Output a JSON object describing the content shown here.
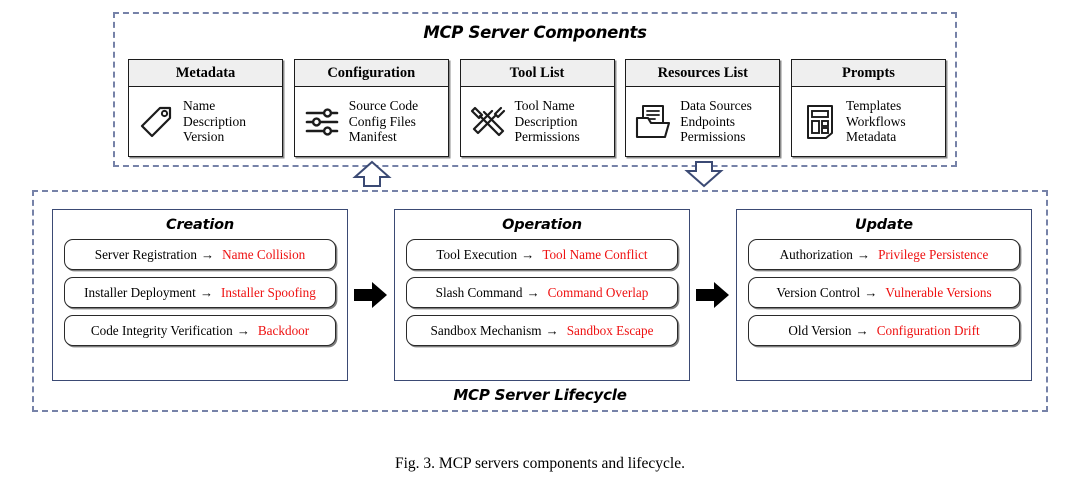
{
  "components": {
    "title": "MCP Server Components",
    "cards": [
      {
        "header": "Metadata",
        "icon": "tag-icon",
        "items": [
          "Name",
          "Description",
          "Version"
        ]
      },
      {
        "header": "Configuration",
        "icon": "sliders-icon",
        "items": [
          "Source Code",
          "Config Files",
          "Manifest"
        ]
      },
      {
        "header": "Tool List",
        "icon": "tools-icon",
        "items": [
          "Tool Name",
          "Description",
          "Permissions"
        ]
      },
      {
        "header": "Resources List",
        "icon": "folder-document-icon",
        "items": [
          "Data Sources",
          "Endpoints",
          "Permissions"
        ]
      },
      {
        "header": "Prompts",
        "icon": "template-layout-icon",
        "items": [
          "Templates",
          "Workflows",
          "Metadata"
        ]
      }
    ]
  },
  "connectors": {
    "up_arrow": "arrow-up-icon",
    "down_arrow": "arrow-down-icon",
    "stage_arrow": "arrow-right-icon"
  },
  "lifecycle": {
    "label": "MCP Server Lifecycle",
    "stages": [
      {
        "title": "Creation",
        "items": [
          {
            "process": "Server Registration",
            "risk": "Name Collision"
          },
          {
            "process": "Installer Deployment",
            "risk": "Installer Spoofing"
          },
          {
            "process": "Code Integrity Verification",
            "risk": "Backdoor"
          }
        ]
      },
      {
        "title": "Operation",
        "items": [
          {
            "process": "Tool Execution",
            "risk": "Tool Name Conflict"
          },
          {
            "process": "Slash Command",
            "risk": "Command Overlap"
          },
          {
            "process": "Sandbox Mechanism",
            "risk": "Sandbox Escape"
          }
        ]
      },
      {
        "title": "Update",
        "items": [
          {
            "process": "Authorization",
            "risk": "Privilege Persistence"
          },
          {
            "process": "Version Control",
            "risk": "Vulnerable Versions"
          },
          {
            "process": "Old Version",
            "risk": "Configuration Drift"
          }
        ]
      }
    ]
  },
  "caption": "Fig. 3.  MCP servers components and lifecycle.",
  "colors": {
    "risk_red": "#ee1111",
    "dashed_border": "#7682a8",
    "stage_border": "#3b4a74",
    "card_header_fill": "#efefef"
  }
}
